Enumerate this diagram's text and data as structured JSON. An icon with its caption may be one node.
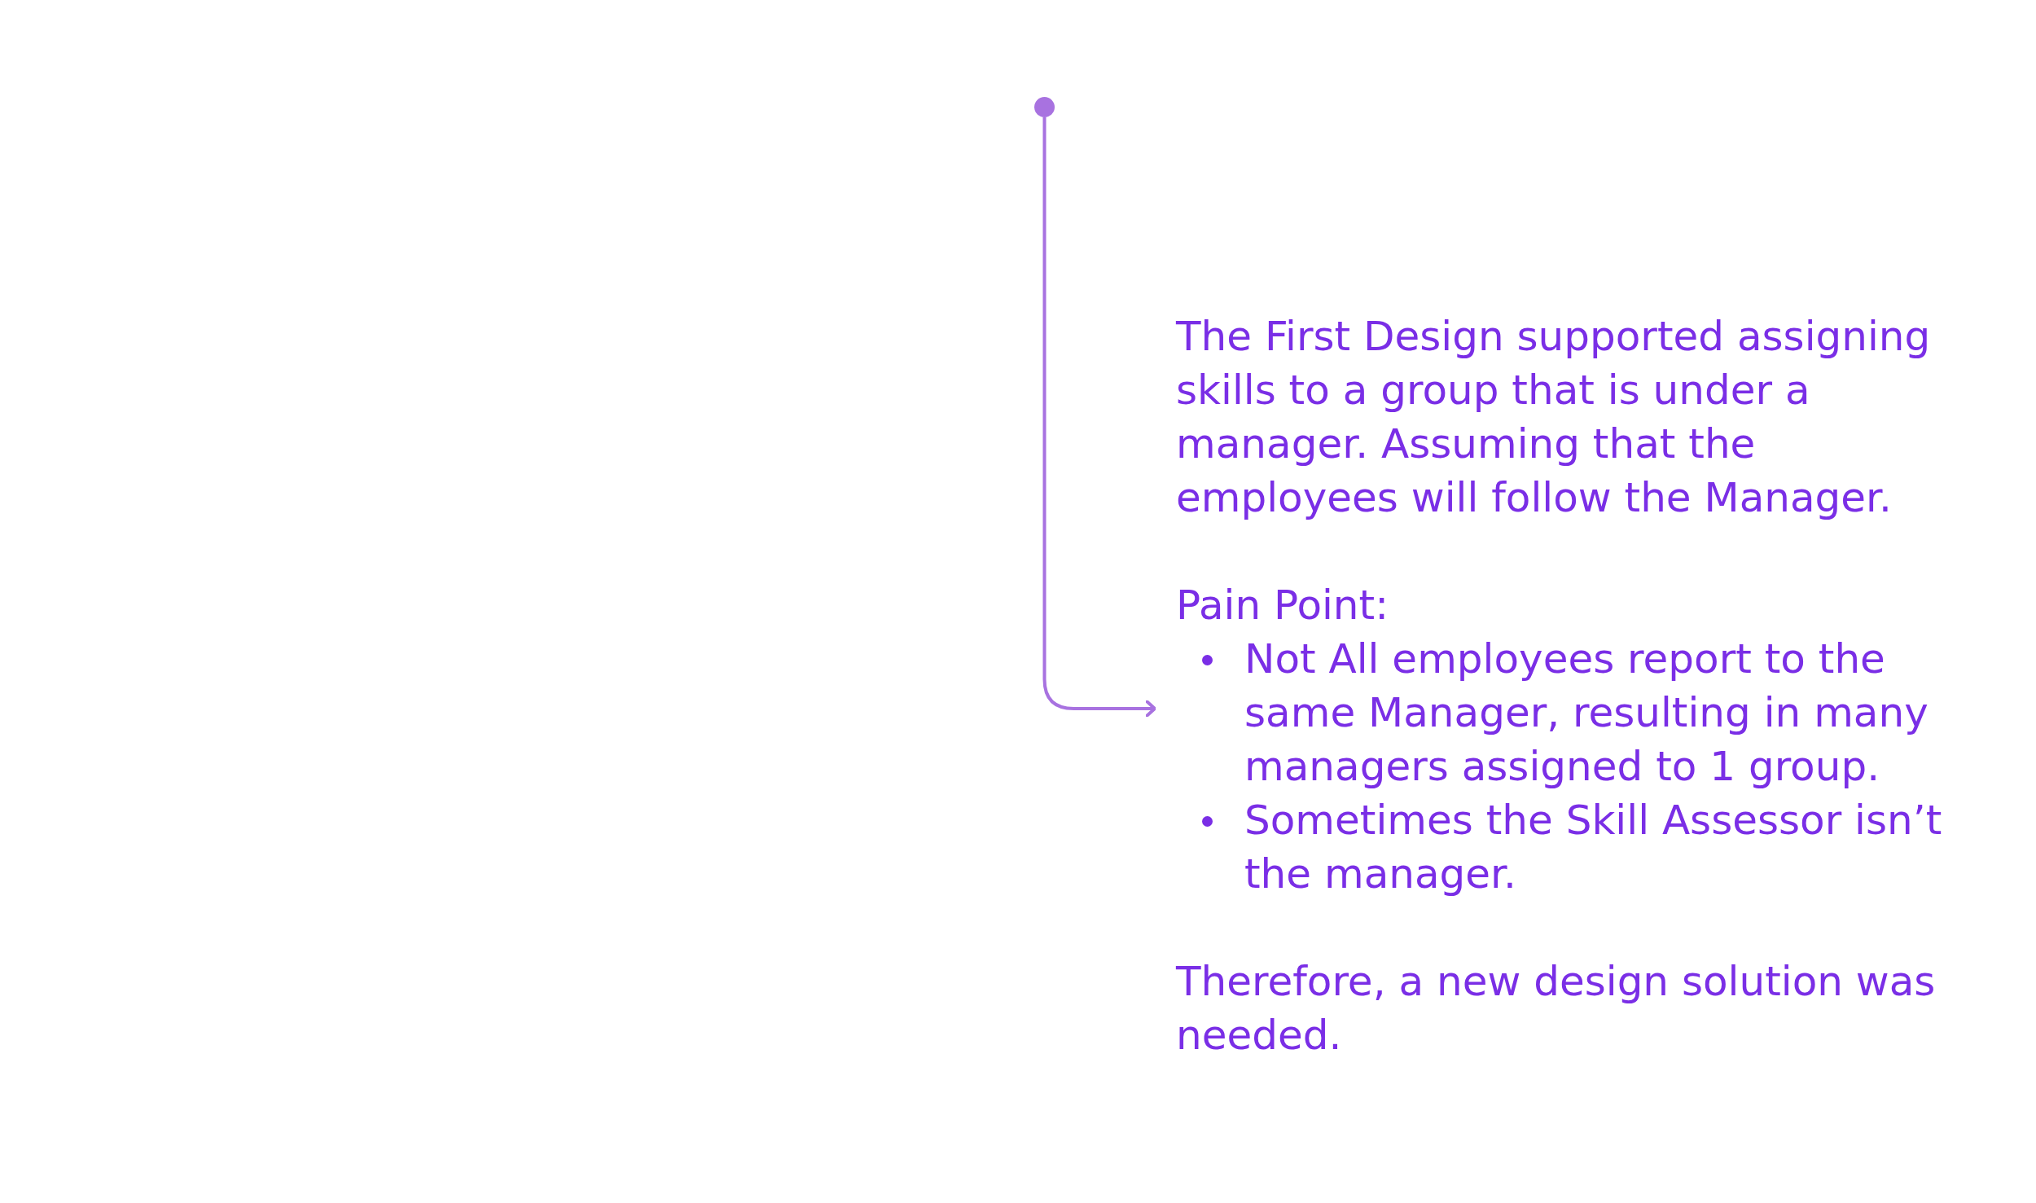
{
  "diagram": {
    "nodes": [
      {
        "text": [],
        "shape": "circle"
      },
      {
        "text": [
          "The First Design supported assigning skills to a group that is under a manager. Assuming that the employees will follow the Manager.",
          "Pain Point:",
          "Not All employees report to the same Manager, resulting in many managers assigned to 1 group.",
          "Sometimes the Skill Assessor isn’t the manager.",
          "Therefore, a new design solution was needed."
        ]
      }
    ],
    "edges": [
      {
        "from": 0,
        "to": 1,
        "arrow": "to"
      }
    ]
  }
}
